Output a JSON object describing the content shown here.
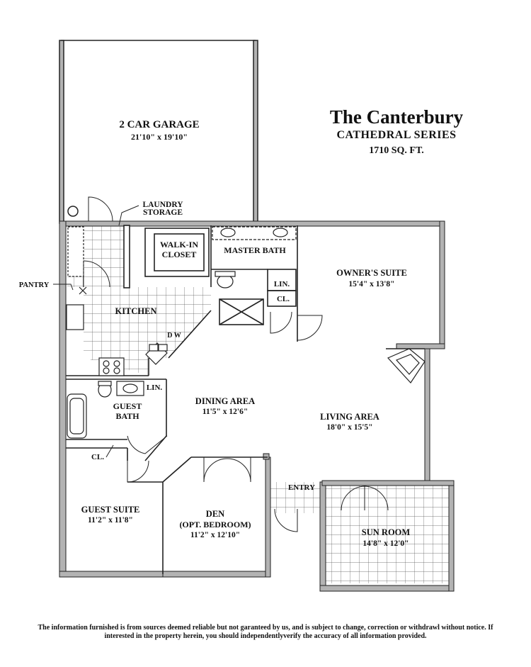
{
  "header": {
    "title": "The Canterbury",
    "series": "CATHEDRAL SERIES",
    "area": "1710 SQ. FT."
  },
  "rooms": {
    "garage_name": "2 CAR GARAGE",
    "garage_dims": "21'10\" x 19'10\"",
    "laundry": "LAUNDRY",
    "storage": "STORAGE",
    "walkin_1": "WALK-IN",
    "walkin_2": "CLOSET",
    "master_bath": "MASTER BATH",
    "lin_master": "LIN.",
    "cl_master": "CL.",
    "owners_name": "OWNER'S SUITE",
    "owners_dims": "15'4\" x 13'8\"",
    "pantry": "PANTRY",
    "kitchen": "KITCHEN",
    "dw": "D W",
    "lin_guest": "LIN.",
    "guest_bath_1": "GUEST",
    "guest_bath_2": "BATH",
    "dining_name": "DINING AREA",
    "dining_dims": "11'5\" x 12'6\"",
    "living_name": "LIVING AREA",
    "living_dims": "18'0\" x 15'5\"",
    "cl_guest": "CL.",
    "entry": "ENTRY",
    "guest_suite_name": "GUEST SUITE",
    "guest_suite_dims": "11'2\" x 11'8\"",
    "den_name": "DEN",
    "den_sub": "(OPT. BEDROOM)",
    "den_dims": "11'2\" x 12'10\"",
    "sun_name": "SUN ROOM",
    "sun_dims": "14'8\" x 12'0\""
  },
  "footer": {
    "line1": "The information furnished is from sources deemed reliable but not garanteed by us, and is subject to change, correction or withdrawl without notice.  If",
    "line2": "interested in the property herein, you should independentlyverify the accuracy of all information provided."
  },
  "colors": {
    "wall": "#b3b3b3",
    "line": "#222222"
  }
}
